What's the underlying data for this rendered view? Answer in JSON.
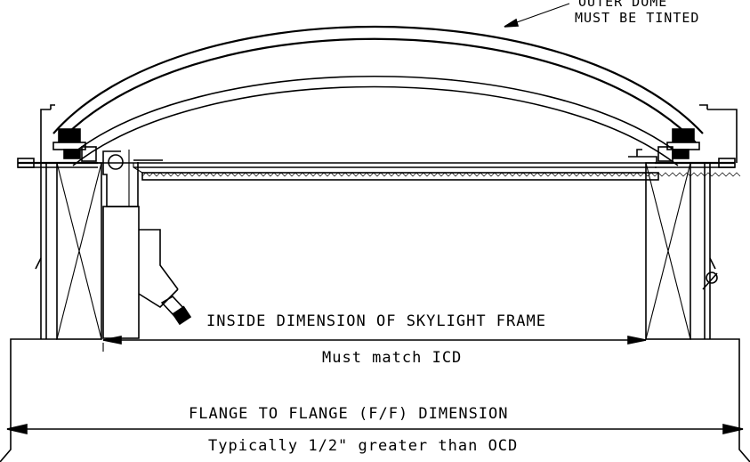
{
  "labels": {
    "outer_dome_line1": "OUTER DOME",
    "outer_dome_line2": "MUST BE TINTED",
    "inside_dimension": "INSIDE DIMENSION OF SKYLIGHT FRAME",
    "must_match": "Must match ICD",
    "flange_dimension": "FLANGE TO FLANGE  (F/F) DIMENSION",
    "typically": "Typically 1/2\" greater than OCD"
  },
  "colors": {
    "ink": "#000000",
    "background": "#ffffff"
  }
}
